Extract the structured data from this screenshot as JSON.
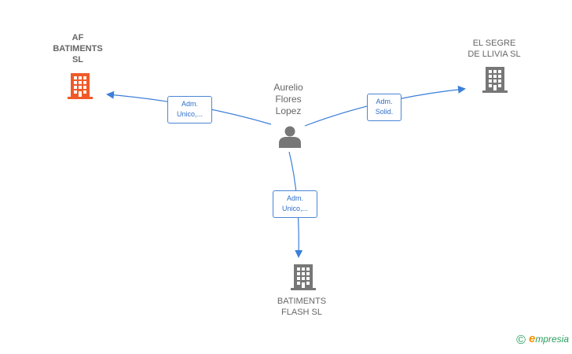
{
  "center": {
    "name": "Aurelio\nFlores\nLopez",
    "icon": "person-icon"
  },
  "companies": [
    {
      "id": "af",
      "name": "AF\nBATIMENTS\nSL",
      "icon": "building-icon",
      "color": "#f05a28"
    },
    {
      "id": "segre",
      "name": "EL SEGRE\nDE LLIVIA  SL",
      "icon": "building-icon",
      "color": "#777777"
    },
    {
      "id": "flash",
      "name": "BATIMENTS\nFLASH  SL",
      "icon": "building-icon",
      "color": "#777777"
    }
  ],
  "relations": [
    {
      "target": "af",
      "label": "Adm.\nUnico,..."
    },
    {
      "target": "segre",
      "label": "Adm.\nSolid."
    },
    {
      "target": "flash",
      "label": "Adm.\nUnico,..."
    }
  ],
  "colors": {
    "edge": "#3b7fd9",
    "person": "#777777",
    "highlight": "#f05a28"
  },
  "footer": {
    "copyright": "©",
    "brand_initial": "e",
    "brand_rest": "mpresia"
  }
}
